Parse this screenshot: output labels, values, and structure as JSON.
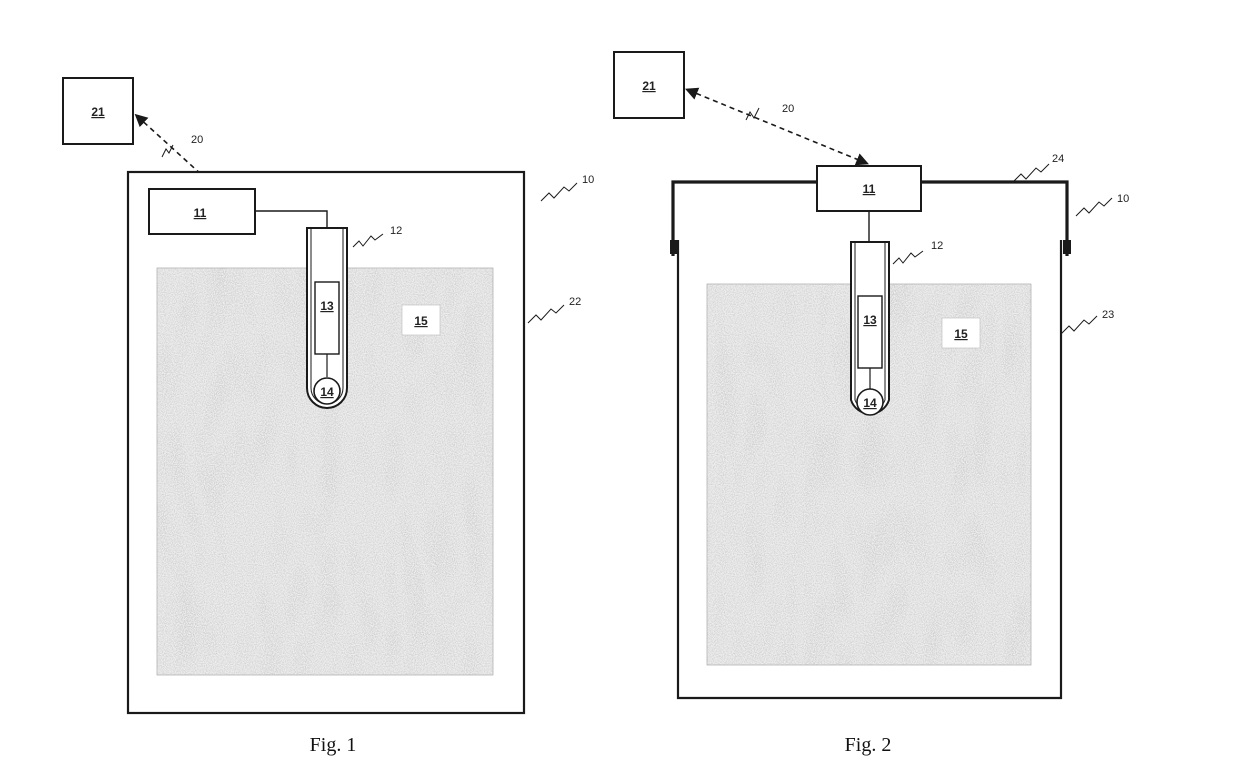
{
  "figure1": {
    "caption": "Fig. 1",
    "labels": {
      "remote": "21",
      "unit": "11",
      "sensor": "13",
      "bulb": "14",
      "material": "15",
      "link": "20",
      "probe": "12",
      "container": "10",
      "wall": "22"
    }
  },
  "figure2": {
    "caption": "Fig. 2",
    "labels": {
      "remote": "21",
      "unit": "11",
      "sensor": "13",
      "bulb": "14",
      "material": "15",
      "link": "20",
      "probe": "12",
      "container": "10",
      "lid": "24",
      "bucket": "23"
    }
  },
  "colors": {
    "line": "#1a1a1a",
    "fill_texture": "#c8c8c8"
  }
}
